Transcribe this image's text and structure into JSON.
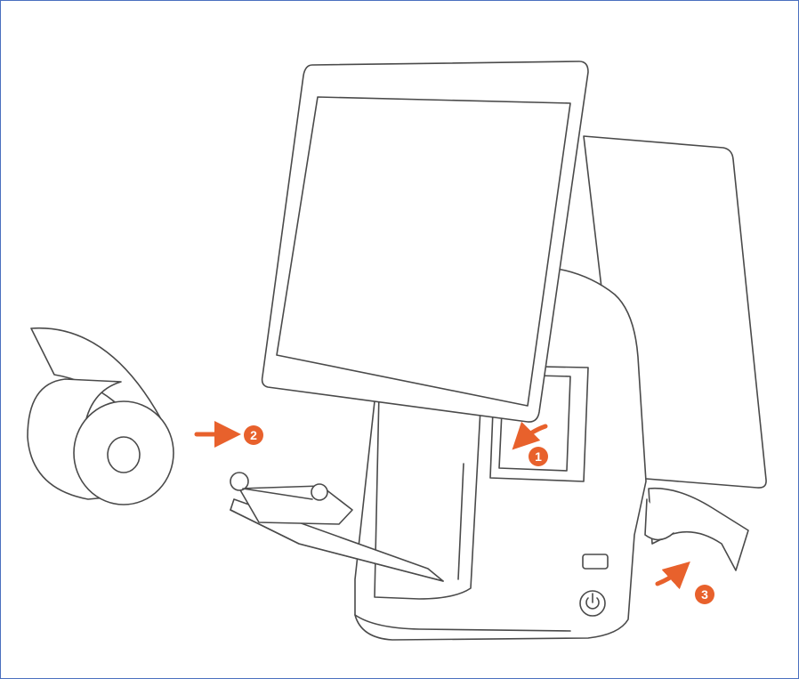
{
  "steps": [
    {
      "number": "1"
    },
    {
      "number": "2"
    },
    {
      "number": "3"
    }
  ],
  "colors": {
    "accent": "#e8612c",
    "line": "#4a4a4a",
    "frame": "#4a6fbf",
    "fill": "#ffffff"
  }
}
